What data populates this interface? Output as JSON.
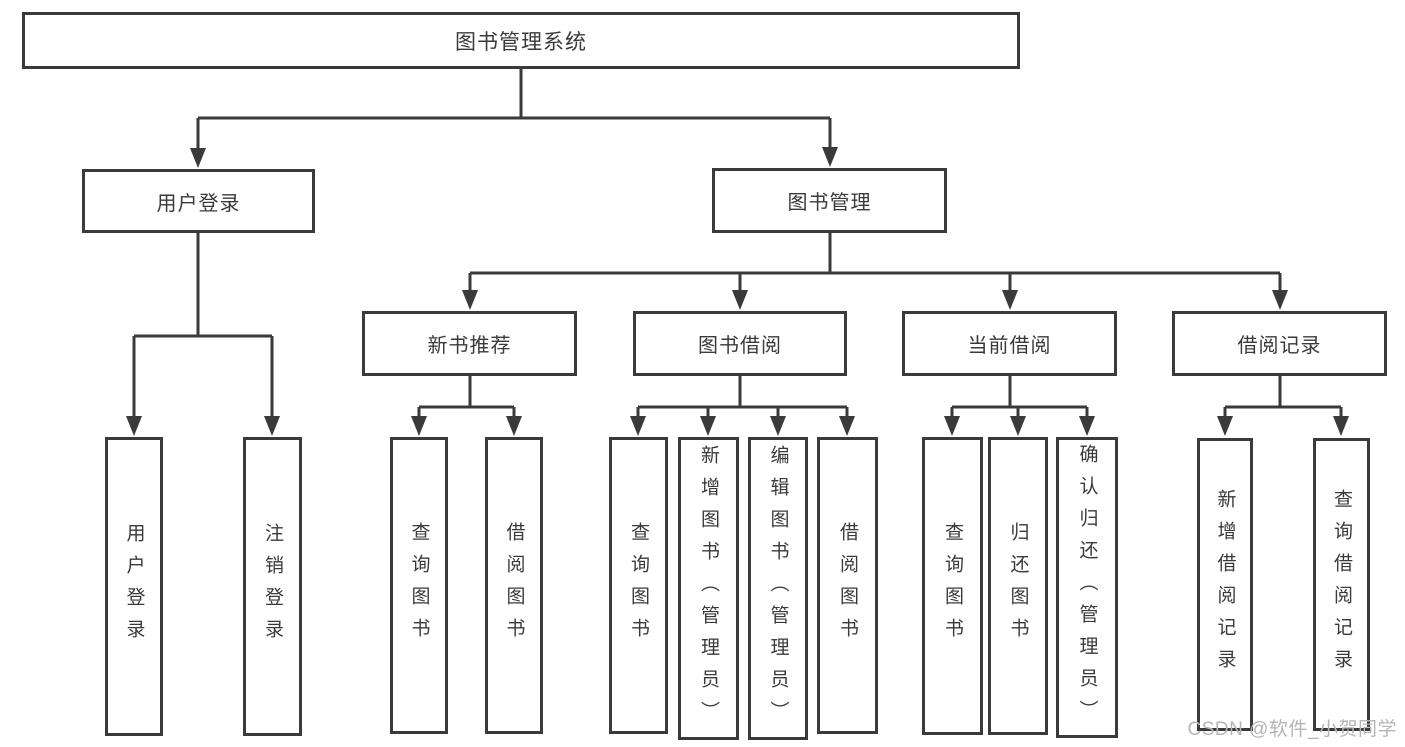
{
  "diagram": {
    "type": "tree",
    "tree": {
      "label": "图书管理系统",
      "children": [
        {
          "label": "用户登录",
          "children": [
            {
              "label": "用户登录"
            },
            {
              "label": "注销登录"
            }
          ]
        },
        {
          "label": "图书管理",
          "children": [
            {
              "label": "新书推荐",
              "children": [
                {
                  "label": "查询图书"
                },
                {
                  "label": "借阅图书"
                }
              ]
            },
            {
              "label": "图书借阅",
              "children": [
                {
                  "label": "查询图书"
                },
                {
                  "label": "新增图书（管理员）"
                },
                {
                  "label": "编辑图书（管理员）"
                },
                {
                  "label": "借阅图书"
                }
              ]
            },
            {
              "label": "当前借阅",
              "children": [
                {
                  "label": "查询图书"
                },
                {
                  "label": "归还图书"
                },
                {
                  "label": "确认归还（管理员）"
                }
              ]
            },
            {
              "label": "借阅记录",
              "children": [
                {
                  "label": "新增借阅记录"
                },
                {
                  "label": "查询借阅记录"
                }
              ]
            }
          ]
        }
      ]
    }
  },
  "watermark": {
    "text": "CSDN @软件_小贺同学"
  },
  "colors": {
    "line": "#3a3a3a",
    "box_border": "#3a3a3a",
    "box_fill": "#ffffff",
    "text": "#3a3a3a",
    "watermark": "#b5b5b5",
    "background": "#ffffff"
  }
}
